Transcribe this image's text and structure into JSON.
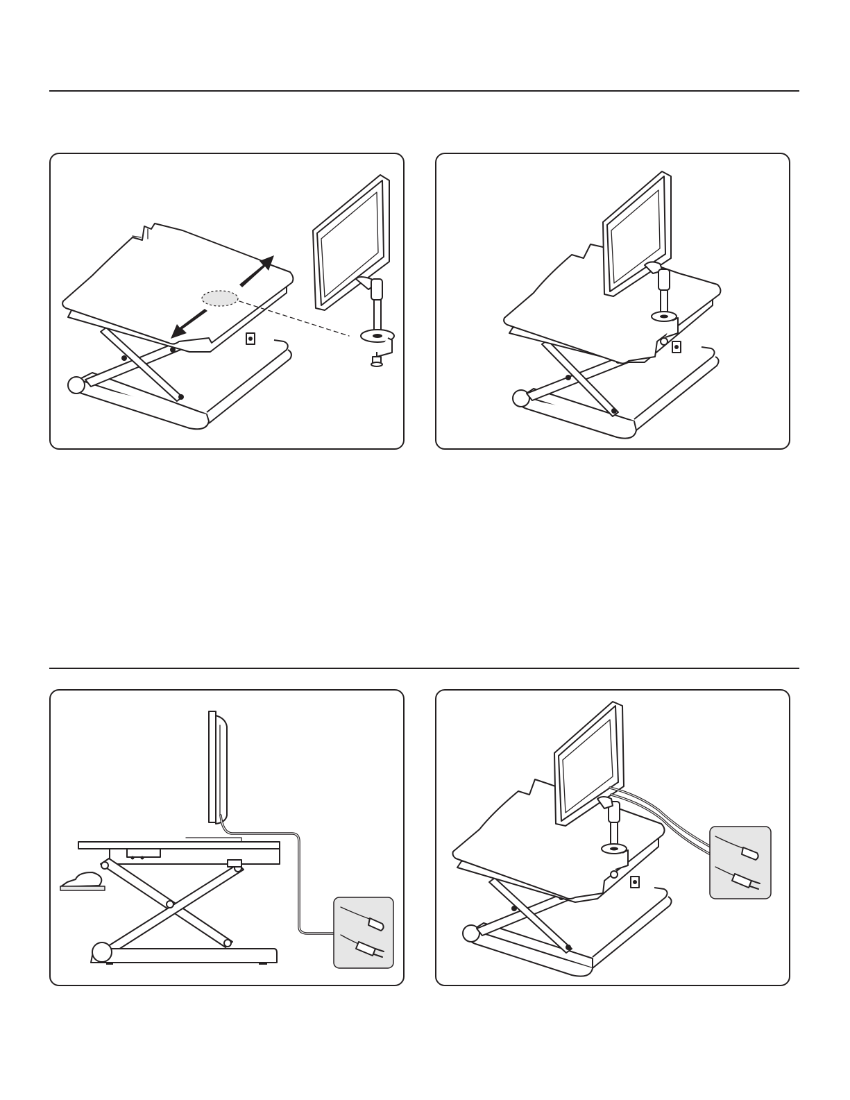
{
  "page": {
    "background": "#ffffff",
    "line_color": "#231f20",
    "panel_fill": "#ffffff",
    "highlight_fill": "#e6e6e6"
  },
  "sections": [
    {
      "panels": [
        {
          "illustration": "riser-with-clamp-mount-exploded",
          "icons": [
            "arrow-icon",
            "clamp-mount-icon",
            "monitor-icon"
          ]
        },
        {
          "illustration": "riser-with-monitor-mounted",
          "icons": [
            "monitor-icon",
            "clamp-mount-icon"
          ]
        }
      ]
    },
    {
      "panels": [
        {
          "illustration": "riser-side-view-cable-routing",
          "icons": [
            "monitor-icon",
            "power-cord-icon",
            "plug-icon"
          ]
        },
        {
          "illustration": "riser-perspective-cable-routing",
          "icons": [
            "monitor-icon",
            "power-cord-icon",
            "plug-icon"
          ]
        }
      ]
    }
  ]
}
